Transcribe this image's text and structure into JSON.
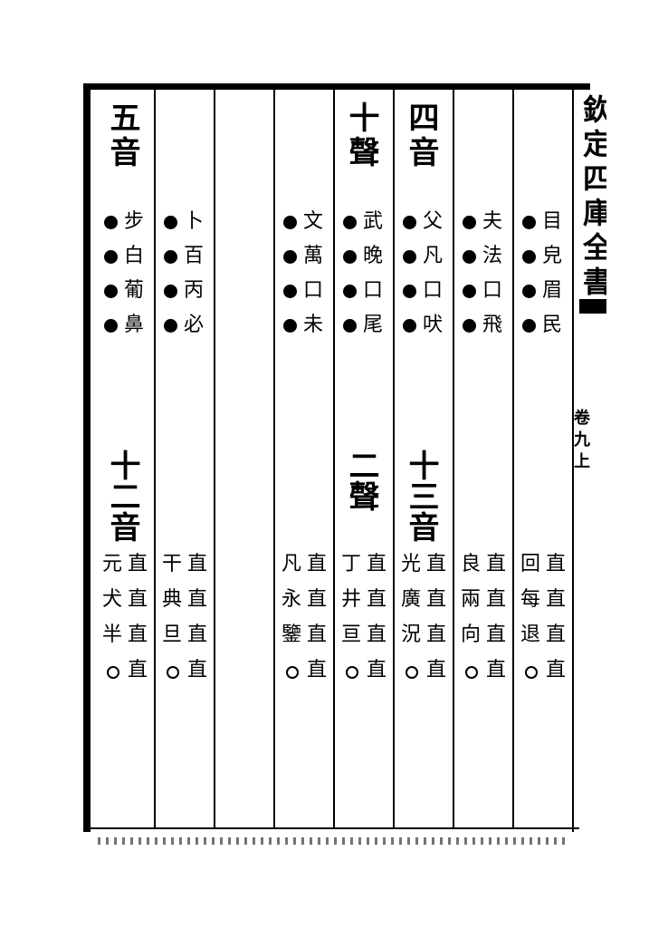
{
  "columns": [
    {
      "id": "c1",
      "header": "五音",
      "dots": [
        "●",
        "●",
        "●",
        "●"
      ],
      "chars": [
        "步",
        "白",
        "葡",
        "鼻"
      ],
      "lower_header": "十二音",
      "zhi": [
        "直",
        "直",
        "直",
        "直"
      ],
      "lower_chars": [
        "元",
        "犬",
        "半",
        "○"
      ]
    },
    {
      "id": "c2",
      "header": "",
      "dots": [
        "●",
        "●",
        "●",
        "●"
      ],
      "chars": [
        "卜",
        "百",
        "丙",
        "必"
      ],
      "lower_header": "",
      "zhi": [
        "直",
        "直",
        "直",
        "直"
      ],
      "lower_chars": [
        "干",
        "典",
        "旦",
        "○"
      ]
    },
    {
      "id": "c3",
      "header": "",
      "dots": [],
      "chars": [],
      "lower_header": "",
      "zhi": [],
      "lower_chars": []
    },
    {
      "id": "c4",
      "header": "",
      "dots": [
        "●",
        "●",
        "●",
        "●"
      ],
      "chars": [
        "文",
        "萬",
        "口",
        "未"
      ],
      "lower_header": "",
      "zhi": [
        "直",
        "直",
        "直",
        "直"
      ],
      "lower_chars": [
        "凡",
        "永",
        "鑒",
        "○"
      ]
    },
    {
      "id": "c5",
      "header": "十聲",
      "dots": [
        "●",
        "●",
        "●",
        "●"
      ],
      "chars": [
        "武",
        "晚",
        "口",
        "尾"
      ],
      "lower_header": "二聲",
      "zhi": [
        "直",
        "直",
        "直",
        "直"
      ],
      "lower_chars": [
        "丁",
        "井",
        "亘",
        "○"
      ]
    },
    {
      "id": "c6",
      "header": "四音",
      "dots": [
        "●",
        "●",
        "●",
        "●"
      ],
      "chars": [
        "父",
        "凡",
        "口",
        "吠"
      ],
      "lower_header": "十三音",
      "zhi": [
        "直",
        "直",
        "直",
        "直"
      ],
      "lower_chars": [
        "光",
        "廣",
        "況",
        "○"
      ]
    },
    {
      "id": "c7",
      "header": "",
      "dots": [
        "●",
        "●",
        "●",
        "●"
      ],
      "chars": [
        "夫",
        "法",
        "口",
        "飛"
      ],
      "lower_header": "",
      "zhi": [
        "直",
        "直",
        "直",
        "直"
      ],
      "lower_chars": [
        "良",
        "兩",
        "向",
        "○"
      ]
    },
    {
      "id": "c8",
      "header": "",
      "dots": [
        "●",
        "●",
        "●",
        "●"
      ],
      "chars": [
        "目",
        "皃",
        "眉",
        "民"
      ],
      "lower_header": "",
      "zhi": [
        "直",
        "直",
        "直",
        "直"
      ],
      "lower_chars": [
        "回",
        "每",
        "退",
        "○"
      ]
    }
  ],
  "margin": {
    "title_chars": [
      "欽",
      "定",
      "四",
      "庫",
      "全",
      "書"
    ],
    "side_note": [
      "卷",
      "九",
      "上"
    ]
  },
  "colors": {
    "ink": "#000000",
    "paper": "#ffffff"
  }
}
